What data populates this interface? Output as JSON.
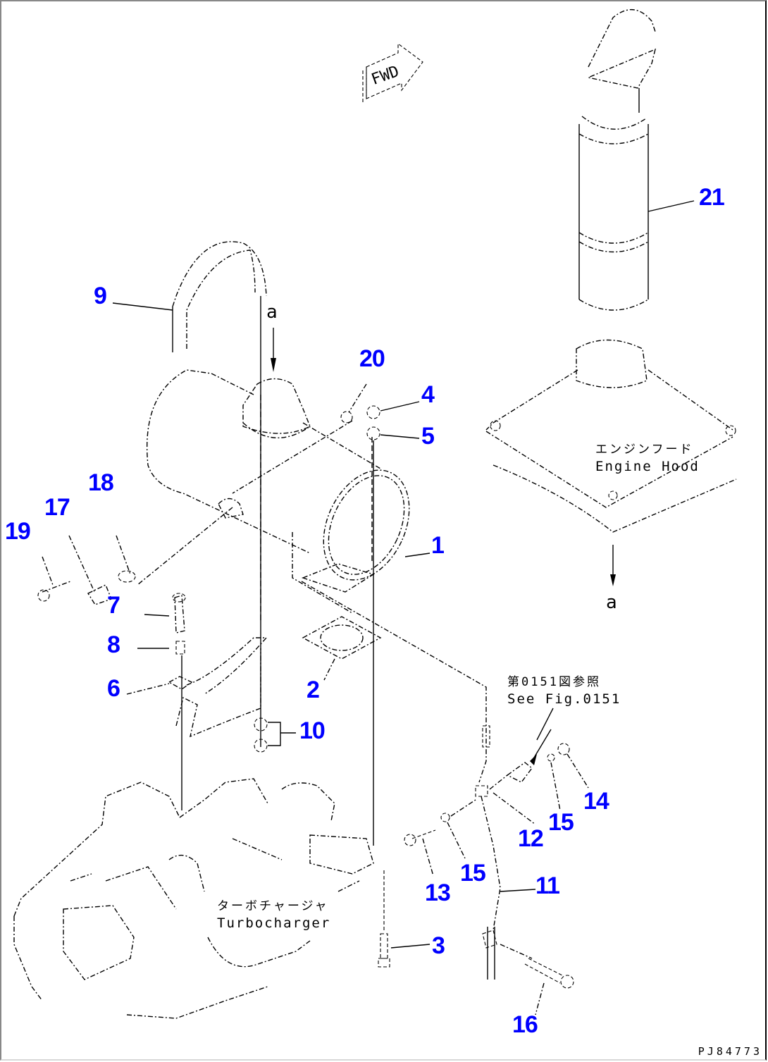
{
  "diagram": {
    "title": "Muffler and exhaust stack installation (exploded parts view)",
    "callout_color": "#0000ff",
    "fwd_marker": "FWD",
    "view_reference_mark": "a",
    "drawing_code": "PJ84773",
    "part_callouts": [
      "1",
      "2",
      "3",
      "4",
      "5",
      "6",
      "7",
      "8",
      "9",
      "10",
      "11",
      "12",
      "13",
      "14",
      "15",
      "15",
      "16",
      "17",
      "18",
      "19",
      "20",
      "21"
    ],
    "notes": {
      "engine_hood_jp": "エンジンフード",
      "engine_hood_en": "Engine Hood",
      "turbocharger_jp": "ターボチャージャ",
      "turbocharger_en": "Turbocharger",
      "see_fig_jp": "第0151図参照",
      "see_fig_en": "See Fig.0151"
    }
  }
}
